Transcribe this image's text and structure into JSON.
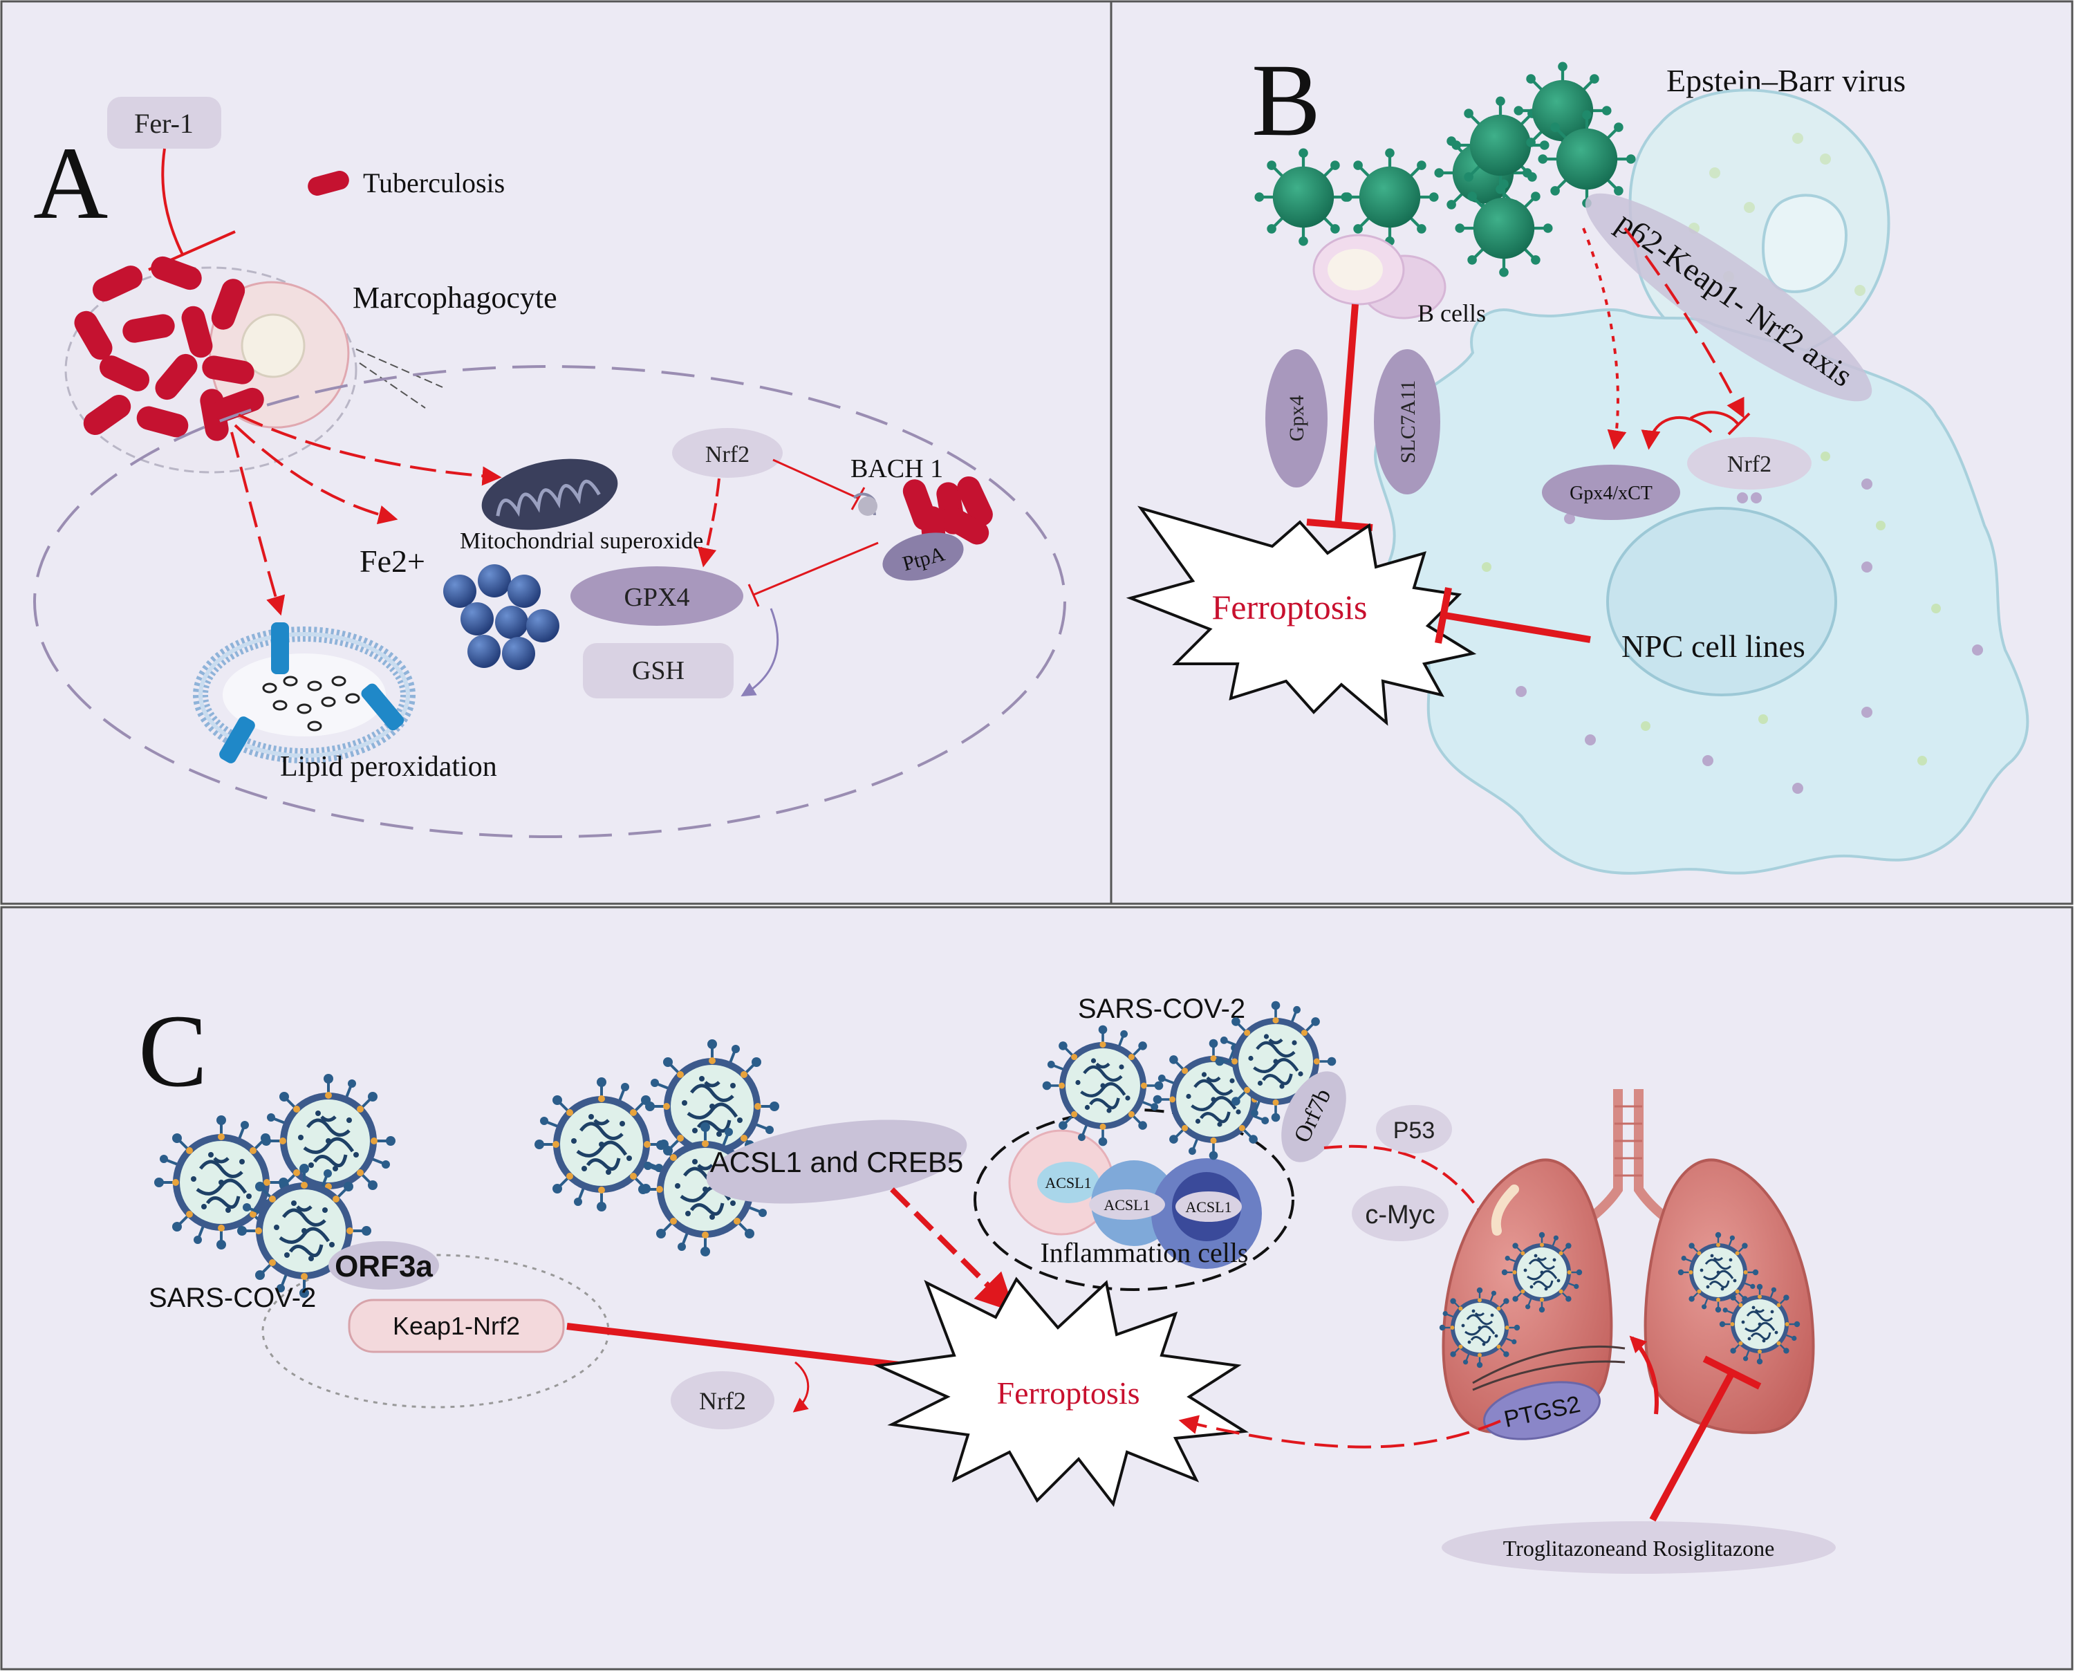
{
  "colors": {
    "panel_bg": "#eceaf4",
    "arrow_red": "#e0171d",
    "label_red": "#c8102e",
    "bacteria_red": "#c51230",
    "virus_green": "#1f8a6b",
    "cell_blue": "#d5ecf3",
    "node_purple": "#a898bd",
    "node_light": "#d9d2e3",
    "nucleus_blue": "#3a5a9a"
  },
  "panel_a": {
    "letter": "A",
    "fer1": "Fer-1",
    "tuberculosis": "Tuberculosis",
    "macrophage": "Marcophagocyte",
    "nrf2": "Nrf2",
    "bach1": "BACH 1",
    "ptpa": "PtpA",
    "mito": "Mitochondrial superoxide",
    "fe2": "Fe2+",
    "gpx4": "GPX4",
    "gsh": "GSH",
    "lipid": "Lipid peroxidation"
  },
  "panel_b": {
    "letter": "B",
    "ebv": "Epstein–Barr virus",
    "b_cells": "B cells",
    "gpx4": "Gpx4",
    "slc7a11": "SLC7A11",
    "axis": "p62-Keap1- Nrf2 axis",
    "gpx4_xct": "Gpx4/xCT",
    "nrf2": "Nrf2",
    "ferroptosis": "Ferroptosis",
    "npc": "NPC cell lines"
  },
  "panel_c": {
    "letter": "C",
    "sars_top": "SARS-COV-2",
    "sars_left": "SARS-COV-2",
    "orf3a": "ORF3a",
    "keap1": "Keap1-Nrf2",
    "nrf2": "Nrf2",
    "acsl_creb": "ACSL1 and CREB5",
    "acsl1": "ACSL1",
    "inflammation": "Inflammation  cells",
    "orf7b": "Orf7b",
    "p53": "P53",
    "cmyc": "c-Myc",
    "ferroptosis": "Ferroptosis",
    "ptgs2": "PTGS2",
    "drugs": "Troglitazoneand Rosiglitazone"
  }
}
